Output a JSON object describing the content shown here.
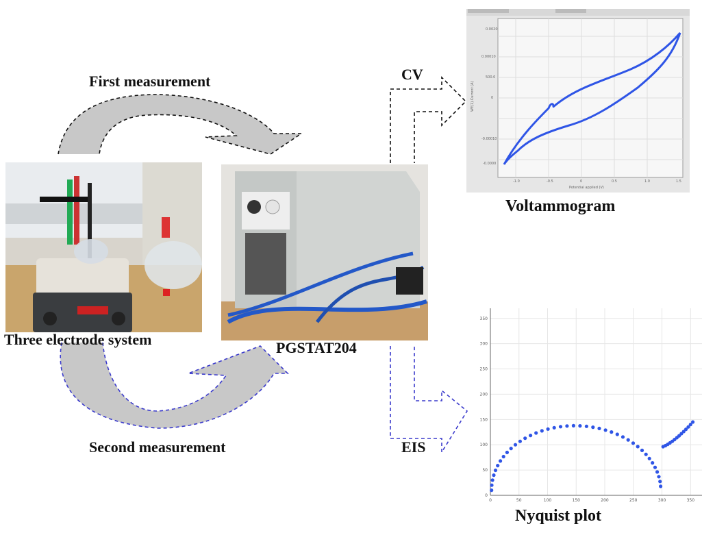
{
  "labels": {
    "first_measurement": "First measurement",
    "second_measurement": "Second measurement",
    "three_electrode": "Three electrode system",
    "pgstat": "PGSTAT204",
    "cv": "CV",
    "eis": "EIS",
    "voltammogram": "Voltammogram",
    "nyquist": "Nyquist plot"
  },
  "colors": {
    "first_arrow": "#111111",
    "second_arrow": "#3a3acc",
    "curve": "#2f55e6",
    "fill_gray": "#c8c8c8"
  },
  "chart_data": [
    {
      "type": "line",
      "xlabel": "Potential applied (V)",
      "ylabel": "WE(1).Current (A)"
    },
    {
      "type": "scatter",
      "x_ticks": [
        0,
        50,
        100,
        150,
        200,
        250,
        300,
        350
      ],
      "y_ticks": [
        0,
        50,
        100,
        150,
        200,
        250,
        300,
        350
      ]
    }
  ]
}
